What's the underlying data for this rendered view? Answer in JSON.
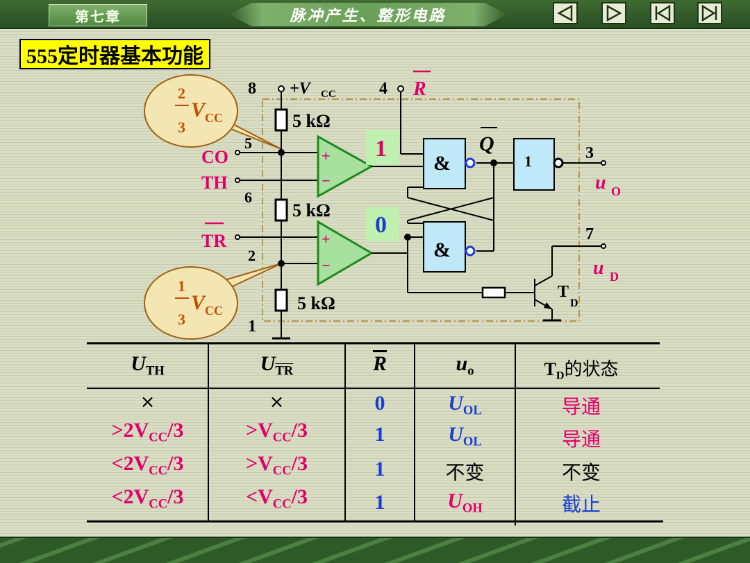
{
  "header": {
    "chapter": "第七章",
    "title": "脉冲产生、整形电路",
    "nav": [
      "previous-icon",
      "next-icon",
      "first-icon",
      "last-icon"
    ]
  },
  "heading": "555定时器基本功能",
  "circuit": {
    "bubble_top": {
      "num": "2",
      "den": "3",
      "text": "V",
      "sub": "CC"
    },
    "bubble_bottom": {
      "num": "1",
      "den": "3",
      "text": "V",
      "sub": "CC"
    },
    "pin8": "8",
    "vcc": "+V",
    "vcc_sub": "CC",
    "pin4": "4",
    "reset": "R",
    "res1": "5 kΩ",
    "res2": "5 kΩ",
    "res3": "5 kΩ",
    "pin5": "5",
    "co": "CO",
    "th": "TH",
    "pin6": "6",
    "tr": "TR",
    "pin2": "2",
    "pin1": "1",
    "comp1_out": "1",
    "comp2_out": "0",
    "plus": "+",
    "minus": "−",
    "and1": "&",
    "and2": "&",
    "qbar": "Q",
    "inv": "1",
    "pin3": "3",
    "uo": "u",
    "uo_sub": "O",
    "pin7": "7",
    "ud": "u",
    "ud_sub": "D",
    "td": "T",
    "td_sub": "D"
  },
  "table": {
    "headers": {
      "uth": "U",
      "uth_sub": "TH",
      "utr": "U",
      "utr_sub": "TR",
      "rbar": "R",
      "uo": "u",
      "uo_sub": "o",
      "td": "T",
      "td_sub": "D",
      "td_rest": "的状态"
    },
    "rows": [
      {
        "uth": "×",
        "utr": "×",
        "r": "0",
        "uo": "U",
        "uo_sub": "OL",
        "td": "导通"
      },
      {
        "uth": ">2V",
        "uth_sub": "CC",
        "uth_tail": "/3",
        "utr": ">V",
        "utr_sub": "CC",
        "utr_tail": "/3",
        "r": "1",
        "uo": "U",
        "uo_sub": "OL",
        "td": "导通"
      },
      {
        "uth": "<2V",
        "uth_sub": "CC",
        "uth_tail": "/3",
        "utr": ">V",
        "utr_sub": "CC",
        "utr_tail": "/3",
        "r": "1",
        "uo": "不变",
        "td": "不变"
      },
      {
        "uth": "<2V",
        "uth_sub": "CC",
        "uth_tail": "/3",
        "utr": "<V",
        "utr_sub": "CC",
        "utr_tail": "/3",
        "r": "1",
        "uo": "U",
        "uo_sub": "OH",
        "td": "截止"
      }
    ]
  },
  "colors": {
    "pink": "#e0006a",
    "blue": "#1a3fd0",
    "comparator": "#1a8a1a",
    "gate_fill": "#bfe8f8",
    "bubble_fill": "#f3e6b3"
  }
}
